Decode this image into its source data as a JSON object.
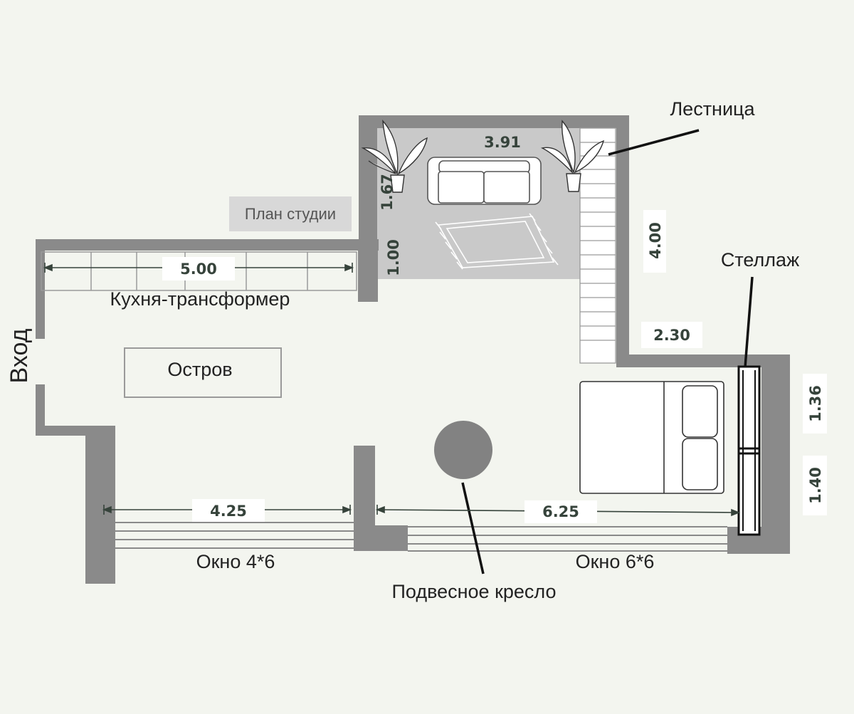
{
  "title_badge": "План студии",
  "labels": {
    "entrance": "Вход",
    "kitchen": "Кухня-трансформер",
    "island": "Остров",
    "stairs": "Лестница",
    "shelving": "Стеллаж",
    "window_left": "Окно 4*6",
    "window_right": "Окно 6*6",
    "hanging_chair": "Подвесное кресло"
  },
  "dimensions": {
    "kitchen_width": "5.00",
    "upper_room_width": "3.91",
    "upper_room_depth": "1.67",
    "passage_depth": "1.00",
    "stairs_length": "4.00",
    "stairs_offset": "2.30",
    "shelving_upper": "1.36",
    "shelving_lower": "1.40",
    "left_window_width": "4.25",
    "right_window_width": "6.25"
  },
  "colors": {
    "background": "#f3f5ef",
    "wall": "#8a8a8a",
    "rug_area": "#c9c9c9",
    "badge": "#d8d8d8",
    "dimension_line": "#36433b",
    "chair": "#828282"
  }
}
